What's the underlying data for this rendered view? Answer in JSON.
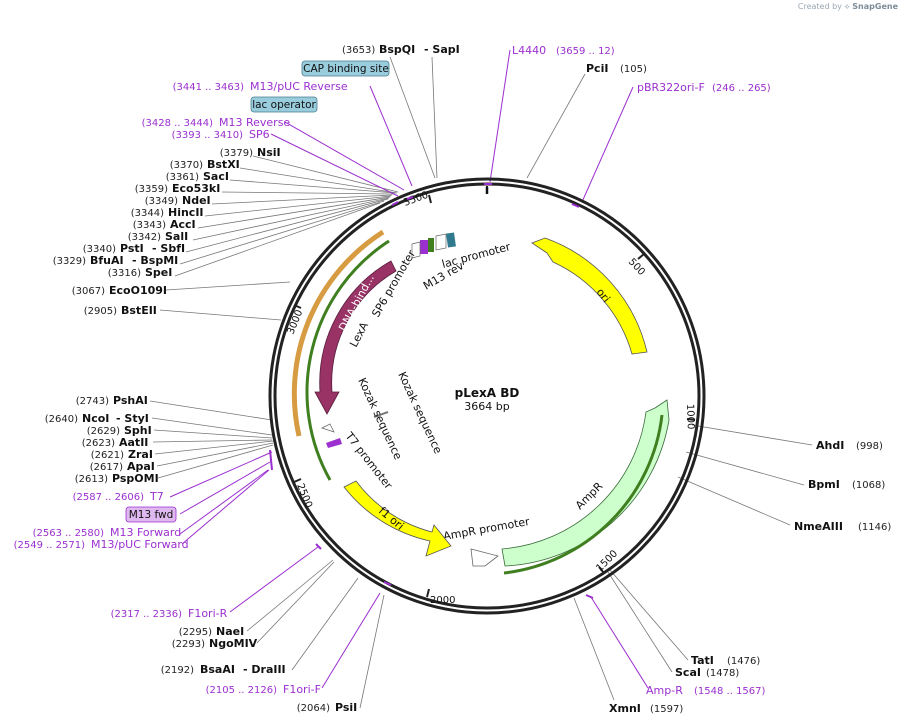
{
  "credit": {
    "prefix": "Created by",
    "brand": "SnapGene"
  },
  "plasmid": {
    "name": "pLexA BD",
    "length": "3664 bp",
    "total_bp": 3664
  },
  "colors": {
    "primer": "#9b2fcf",
    "label_line": "#777777",
    "backbone": "#222222",
    "ori": "#ffff00",
    "ampr": "#ccffcc",
    "lexa": "#993366",
    "misc": "#99ccdd"
  },
  "ticks": [
    "500",
    "1000",
    "1500",
    "2000",
    "2500",
    "3000",
    "3500"
  ],
  "sites_right": [
    {
      "name": "AhdI",
      "coord": "(998)"
    },
    {
      "name": "BpmI",
      "coord": "(1068)"
    },
    {
      "name": "NmeAIII",
      "coord": "(1146)"
    },
    {
      "name": "TatI",
      "coord": "(1476)"
    },
    {
      "name": "ScaI",
      "coord": "(1478)"
    },
    {
      "name": "XmnI",
      "coord": "(1597)"
    },
    {
      "name": "PciI",
      "coord": "(105)"
    }
  ],
  "sites_left": [
    {
      "name": "NsiI",
      "coord": "(3379)"
    },
    {
      "name": "BstXI",
      "coord": "(3370)"
    },
    {
      "name": "SacI",
      "coord": "(3361)"
    },
    {
      "name": "Eco53kI",
      "coord": "(3359)"
    },
    {
      "name": "NdeI",
      "coord": "(3349)"
    },
    {
      "name": "HincII",
      "coord": "(3344)"
    },
    {
      "name": "AccI",
      "coord": "(3343)"
    },
    {
      "name": "SalI",
      "coord": "(3342)"
    },
    {
      "name": "PstI",
      "coord": "(3340)",
      "extra": "- SbfI"
    },
    {
      "name": "BfuAI",
      "coord": "(3329)",
      "extra": "- BspMI"
    },
    {
      "name": "SpeI",
      "coord": "(3316)"
    },
    {
      "name": "EcoO109I",
      "coord": "(3067)"
    },
    {
      "name": "BstEII",
      "coord": "(2905)"
    },
    {
      "name": "PshAI",
      "coord": "(2743)"
    },
    {
      "name": "NcoI",
      "coord": "(2640)",
      "extra": "- StyI"
    },
    {
      "name": "SphI",
      "coord": "(2629)"
    },
    {
      "name": "AatII",
      "coord": "(2623)"
    },
    {
      "name": "ZraI",
      "coord": "(2621)"
    },
    {
      "name": "ApaI",
      "coord": "(2617)"
    },
    {
      "name": "PspOMI",
      "coord": "(2613)"
    },
    {
      "name": "NaeI",
      "coord": "(2295)"
    },
    {
      "name": "NgoMIV",
      "coord": "(2293)"
    },
    {
      "name": "BsaAI",
      "coord": "(2192)",
      "extra": "- DraIII"
    },
    {
      "name": "PsiI",
      "coord": "(2064)"
    },
    {
      "name": "BspQI",
      "coord": "(3653)",
      "extra": "- SapI"
    }
  ],
  "primers": [
    {
      "name": "L4440",
      "coord": "(3659 .. 12)"
    },
    {
      "name": "pBR322ori-F",
      "coord": "(246 .. 265)"
    },
    {
      "name": "M13/pUC Reverse",
      "coord": "(3441 .. 3463)"
    },
    {
      "name": "M13 Reverse",
      "coord": "(3428 .. 3444)"
    },
    {
      "name": "SP6",
      "coord": "(3393 .. 3410)"
    },
    {
      "name": "T7",
      "coord": "(2587 .. 2606)"
    },
    {
      "name": "M13 Forward",
      "coord": "(2563 .. 2580)"
    },
    {
      "name": "M13/pUC Forward",
      "coord": "(2549 .. 2571)"
    },
    {
      "name": "F1ori-R",
      "coord": "(2317 .. 2336)"
    },
    {
      "name": "F1ori-F",
      "coord": "(2105 .. 2126)"
    },
    {
      "name": "Amp-R",
      "coord": "(1548 .. 1567)"
    }
  ],
  "boxed_labels": [
    "CAP binding site",
    "lac operator",
    "M13 fwd"
  ],
  "features": [
    "ori",
    "AmpR",
    "AmpR promoter",
    "f1 ori",
    "LexA",
    "DNA-bind...",
    "SP6 promoter",
    "M13 rev",
    "lac promoter",
    "T7 promoter",
    "Kozak sequence",
    "Kozak sequence"
  ]
}
